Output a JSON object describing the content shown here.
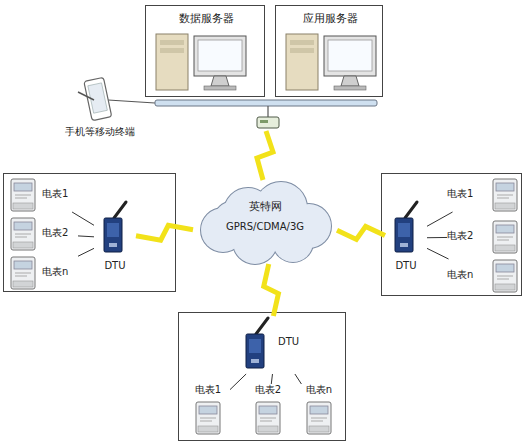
{
  "diagram": {
    "nodes": [
      {
        "text": [
          "数据服务器"
        ]
      },
      {
        "text": [
          "应用服务器"
        ]
      },
      {
        "text": [
          "手机等移动终端"
        ]
      },
      {
        "text": [
          "英特网",
          "GPRS/CDMA/3G"
        ]
      },
      {
        "text": [
          "电表1"
        ]
      },
      {
        "text": [
          "电表2"
        ]
      },
      {
        "text": [
          "电表n"
        ]
      },
      {
        "text": [
          "DTU"
        ]
      },
      {
        "text": [
          "DTU"
        ]
      },
      {
        "text": [
          "电表1"
        ]
      },
      {
        "text": [
          "电表2"
        ]
      },
      {
        "text": [
          "电表n"
        ]
      },
      {
        "text": [
          "DTU"
        ]
      },
      {
        "text": [
          "电表1"
        ]
      },
      {
        "text": [
          "电表2"
        ]
      },
      {
        "text": [
          "电表n"
        ]
      }
    ],
    "edges": [
      {
        "from": 3,
        "to": 7,
        "arrow": "none"
      },
      {
        "from": 3,
        "to": 8,
        "arrow": "none"
      },
      {
        "from": 3,
        "to": 12,
        "arrow": "none"
      },
      {
        "from": 4,
        "to": 7,
        "arrow": "none"
      },
      {
        "from": 5,
        "to": 7,
        "arrow": "none"
      },
      {
        "from": 6,
        "to": 7,
        "arrow": "none"
      },
      {
        "from": 8,
        "to": 9,
        "arrow": "none"
      },
      {
        "from": 8,
        "to": 10,
        "arrow": "none"
      },
      {
        "from": 8,
        "to": 11,
        "arrow": "none"
      },
      {
        "from": 12,
        "to": 13,
        "arrow": "none"
      },
      {
        "from": 12,
        "to": 14,
        "arrow": "none"
      },
      {
        "from": 12,
        "to": 15,
        "arrow": "none"
      }
    ]
  }
}
